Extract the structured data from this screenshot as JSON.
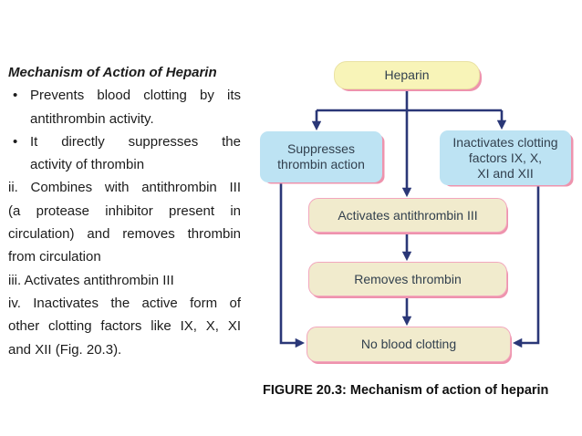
{
  "colors": {
    "arrow": "#2a3777",
    "yellow_fill": "#f8f4b8",
    "yellow_border": "#eae2a4",
    "cream_fill": "#f1ebcd",
    "pink_border": "#f2a7bd",
    "pink_shadow": "#ee93ad",
    "blue_fill": "#bde3f3",
    "node_text": "#32404e",
    "body_text": "#1c1c1c"
  },
  "left_column": {
    "title": "Mechanism of Action of Heparin",
    "paragraphs": [
      {
        "marker": "•",
        "lines": [
          "Prevents blood clotting by its",
          "antithrombin activity."
        ]
      },
      {
        "marker": "•",
        "lines": [
          "It directly suppresses the",
          "activity of thrombin"
        ]
      },
      {
        "marker": "",
        "lines": [
          "ii. Combines with antithrombin III",
          "(a protease inhibitor present in",
          "circulation) and removes thrombin",
          "from circulation"
        ]
      },
      {
        "marker": "",
        "lines": [
          "iii. Activates antithrombin III"
        ]
      },
      {
        "marker": "",
        "lines": [
          "iv. Inactivates the active form of",
          "other clotting factors like IX, X, XI",
          "and XII (Fig. 20.3)."
        ]
      }
    ]
  },
  "flowchart": {
    "nodes": {
      "heparin": {
        "label": "Heparin",
        "lines": [
          "Heparin"
        ],
        "style": "yellow"
      },
      "suppresses": {
        "label": "Suppresses thrombin action",
        "lines": [
          "Suppresses",
          "thrombin action"
        ],
        "style": "blue"
      },
      "inactivates": {
        "label": "Inactivates clotting factors IX, X, XI and XII",
        "lines": [
          "Inactivates clotting",
          "factors IX, X,",
          "XI and XII"
        ],
        "style": "blue"
      },
      "activates": {
        "label": "Activates antithrombin III",
        "lines": [
          "Activates antithrombin III"
        ],
        "style": "cream"
      },
      "removes": {
        "label": "Removes thrombin",
        "lines": [
          "Removes thrombin"
        ],
        "style": "cream"
      },
      "noclot": {
        "label": "No blood clotting",
        "lines": [
          "No blood clotting"
        ],
        "style": "cream"
      }
    },
    "edges": [
      {
        "from": "heparin",
        "to": "suppresses"
      },
      {
        "from": "heparin",
        "to": "activates"
      },
      {
        "from": "heparin",
        "to": "inactivates"
      },
      {
        "from": "activates",
        "to": "removes"
      },
      {
        "from": "removes",
        "to": "noclot"
      },
      {
        "from": "suppresses",
        "to": "noclot"
      },
      {
        "from": "inactivates",
        "to": "noclot"
      }
    ]
  },
  "caption": "FIGURE 20.3: Mechanism of action of heparin"
}
